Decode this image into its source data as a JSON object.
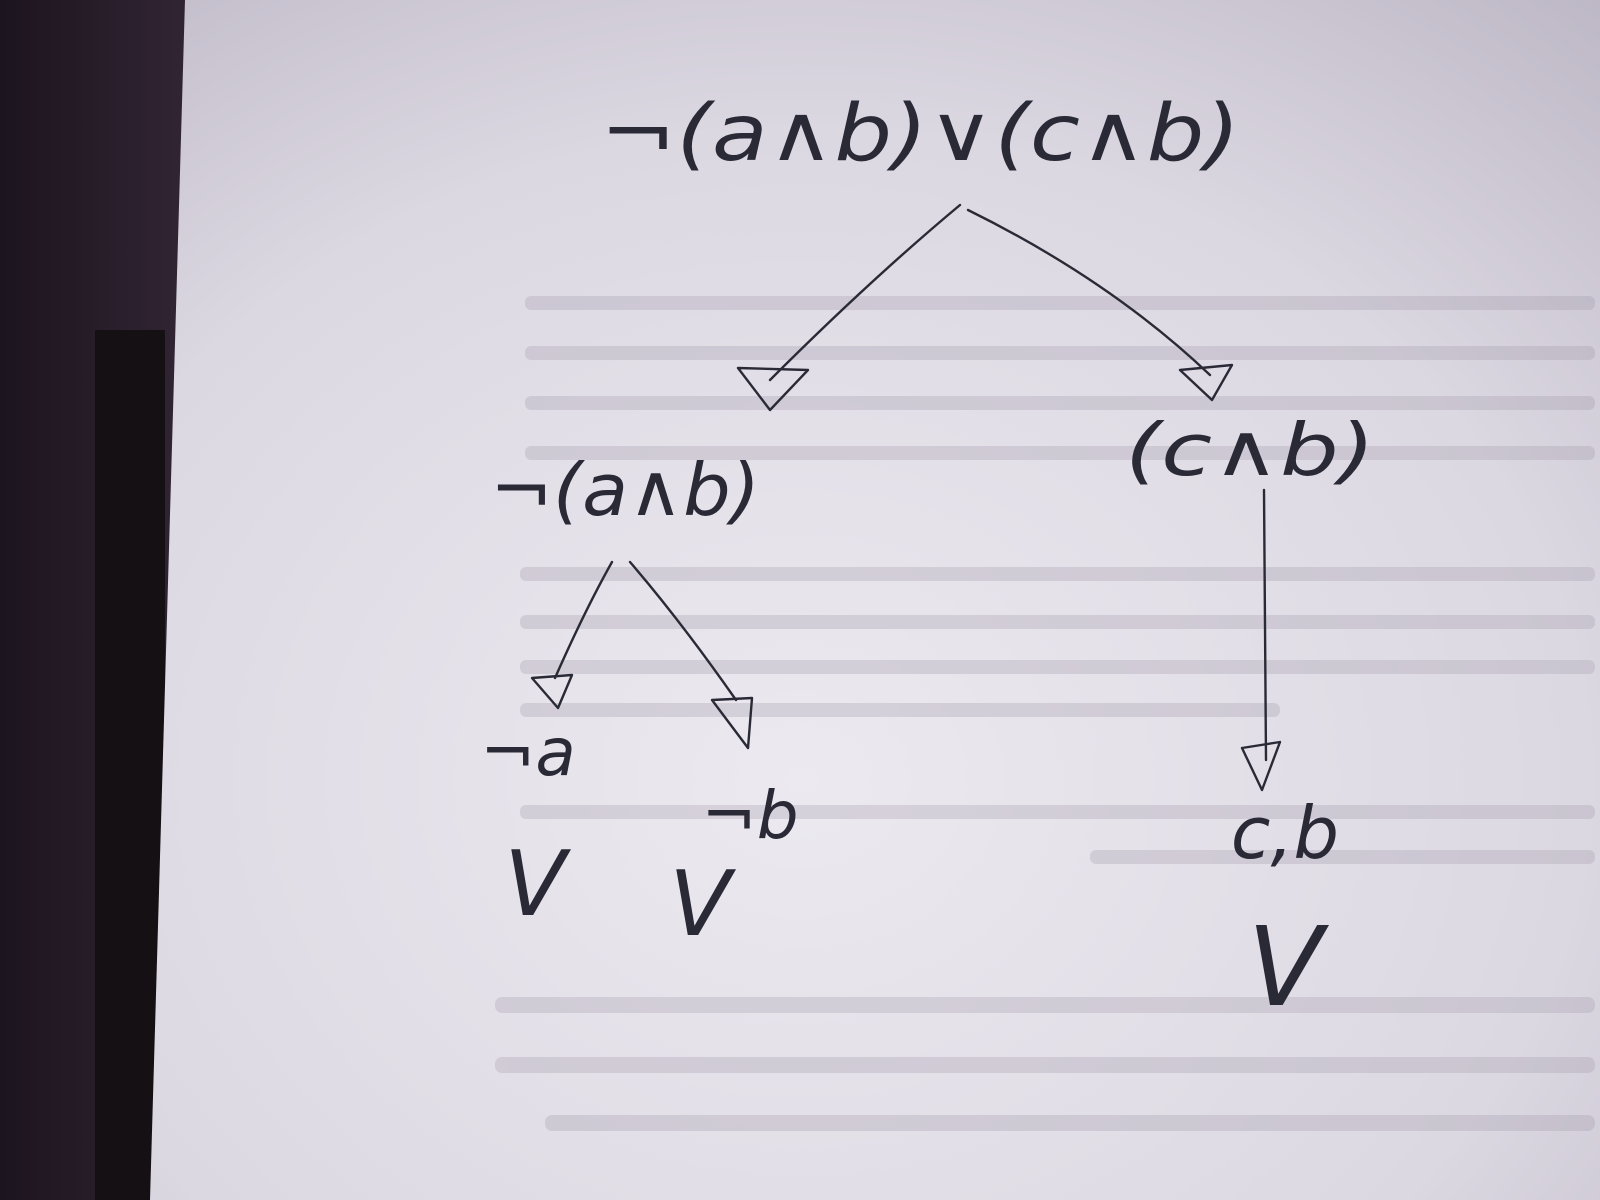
{
  "nodes": {
    "root": "¬(a∧b)∨(c∧b)",
    "left": "¬(a∧b)",
    "right": "(c∧b)",
    "left_left": "¬a",
    "left_right": "¬b",
    "right_child": "c,b"
  },
  "marks": {
    "left_left_check": "V",
    "left_right_check": "V",
    "right_check": "V"
  },
  "icons": {
    "arrow": "open-triangle-arrowhead",
    "check": "v-check-mark"
  },
  "colors": {
    "ink": "#2a2a36",
    "paper": "#e6e2ea",
    "background": "#241a26"
  }
}
